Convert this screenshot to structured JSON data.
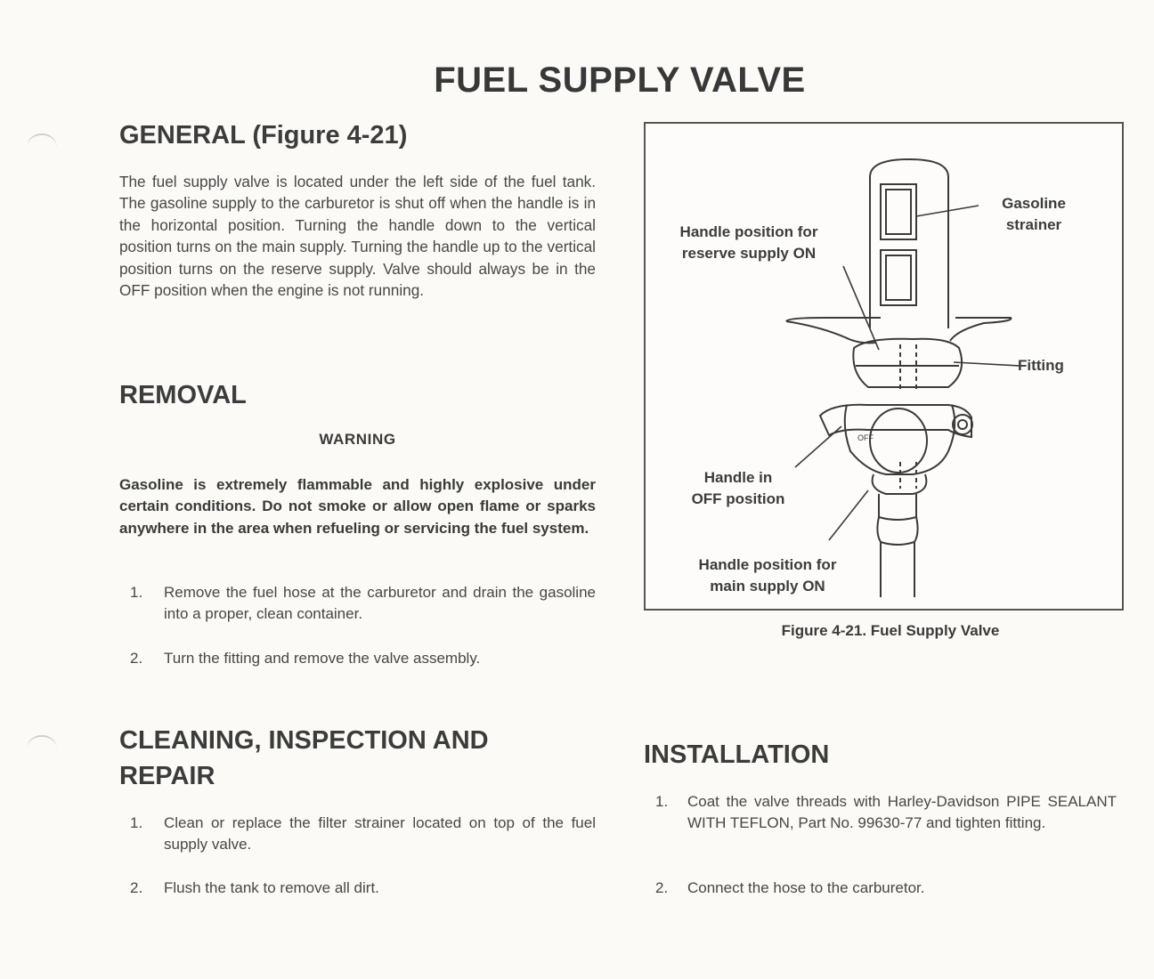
{
  "page": {
    "title": "FUEL SUPPLY VALVE"
  },
  "general": {
    "heading": "GENERAL (Figure 4-21)",
    "body": "The fuel supply valve is located under the left side of the fuel tank. The gasoline supply to the carburetor is shut off when the handle is in the horizontal position. Turning the handle down to the vertical position turns on the main supply. Turning the handle up to the vertical position turns on the reserve supply. Valve should always be in the OFF position when the engine is not running."
  },
  "removal": {
    "heading": "REMOVAL",
    "warning_title": "WARNING",
    "warning_text": "Gasoline is extremely flammable and highly explosive under certain conditions. Do not smoke or allow open flame or sparks anywhere in the area when refueling or servicing the fuel system.",
    "steps": [
      {
        "num": "1.",
        "text": "Remove the fuel hose at the carburetor and drain the gasoline into a proper, clean container."
      },
      {
        "num": "2.",
        "text": "Turn the fitting and remove the valve assembly."
      }
    ]
  },
  "cleaning": {
    "heading_line1": "CLEANING, INSPECTION AND",
    "heading_line2": "REPAIR",
    "steps": [
      {
        "num": "1.",
        "text": "Clean or replace the filter strainer located on top of the fuel supply valve."
      },
      {
        "num": "2.",
        "text": "Flush the tank to remove all dirt."
      }
    ]
  },
  "installation": {
    "heading": "INSTALLATION",
    "steps": [
      {
        "num": "1.",
        "text": "Coat the valve threads with Harley-Davidson PIPE SEALANT WITH TEFLON, Part No. 99630-77 and tighten fitting."
      },
      {
        "num": "2.",
        "text": "Connect the hose to the carburetor."
      }
    ]
  },
  "figure": {
    "labels": {
      "reserve_l1": "Handle position for",
      "reserve_l2": "reserve supply ON",
      "strainer_l1": "Gasoline",
      "strainer_l2": "strainer",
      "fitting": "Fitting",
      "off_l1": "Handle in",
      "off_l2": "OFF position",
      "main_l1": "Handle position for",
      "main_l2": "main supply ON",
      "off_stamp": "OFF"
    },
    "caption": "Figure 4-21. Fuel Supply Valve"
  }
}
